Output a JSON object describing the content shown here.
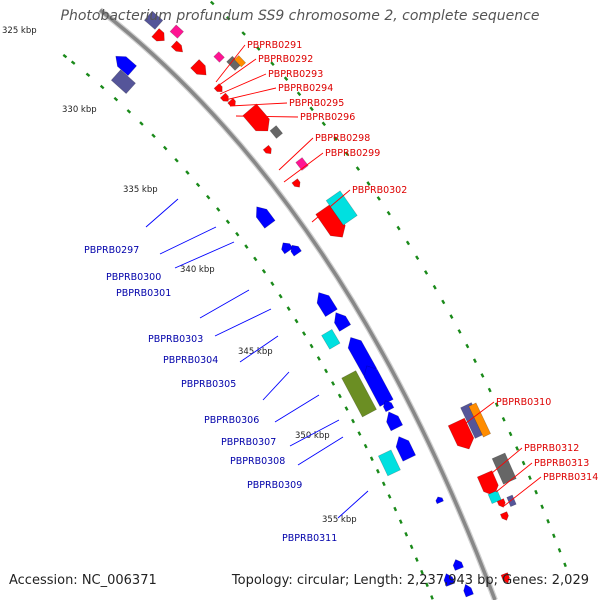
{
  "title": "Photobacterium profundum SS9 chromosome 2, complete sequence",
  "accession": "Accession: NC_006371",
  "topology": "Topology: circular; Length: 2,237,943 bp; Genes: 2,029",
  "ticks": [
    "325 kbp",
    "330 kbp",
    "335 kbp",
    "340 kbp",
    "345 kbp",
    "350 kbp",
    "355 kbp"
  ],
  "labels_red": [
    "PBPRB0291",
    "PBPRB0292",
    "PBPRB0293",
    "PBPRB0294",
    "PBPRB0295",
    "PBPRB0296",
    "PBPRB0298",
    "PBPRB0299",
    "PBPRB0302",
    "PBPRB0310",
    "PBPRB0312",
    "PBPRB0313",
    "PBPRB0314"
  ],
  "labels_blue": [
    "PBPRB0297",
    "PBPRB0300",
    "PBPRB0301",
    "PBPRB0303",
    "PBPRB0304",
    "PBPRB0305",
    "PBPRB0306",
    "PBPRB0307",
    "PBPRB0308",
    "PBPRB0309",
    "PBPRB0311"
  ],
  "colors": {
    "forward_strand": "#ff0000",
    "reverse_strand": "#0000ff",
    "backbone": "#888888",
    "gc_dots": "#1a8a1a",
    "magenta": "#ff1493",
    "orange": "#ff8c00",
    "gray": "#666666",
    "cyan": "#00e0e0",
    "olive": "#6b8e23",
    "slate": "#555599"
  }
}
